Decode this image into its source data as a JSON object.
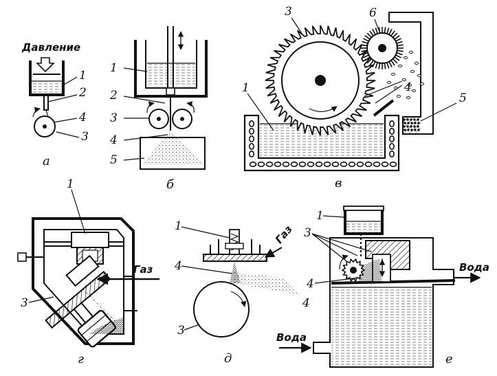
{
  "panels": {
    "a": {
      "caption": "а",
      "pressure_label": "Давление",
      "numbers": [
        "1",
        "2",
        "4",
        "3"
      ]
    },
    "b": {
      "caption": "б",
      "numbers": [
        "1",
        "2",
        "3",
        "4",
        "5"
      ]
    },
    "v": {
      "caption": "в",
      "numbers": [
        "3",
        "6",
        "1",
        "4",
        "5"
      ]
    },
    "g": {
      "caption": "г",
      "gas_label": "Газ",
      "numbers": [
        "1",
        "3"
      ]
    },
    "d": {
      "caption": "д",
      "gas_label": "Газ",
      "numbers": [
        "1",
        "4",
        "4",
        "3"
      ]
    },
    "e": {
      "caption": "е",
      "water_out_label": "Вода",
      "water_in_label": "Вода",
      "numbers": [
        "1",
        "3",
        "4"
      ]
    }
  },
  "colors": {
    "ink": "#111111",
    "paper": "#ffffff"
  }
}
